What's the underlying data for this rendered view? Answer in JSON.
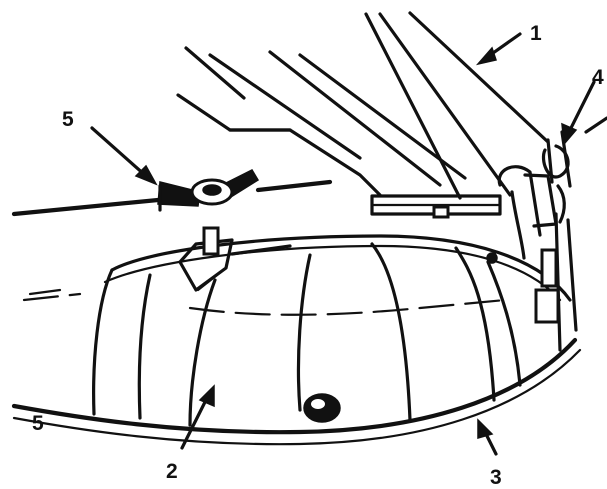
{
  "diagram": {
    "callouts": [
      {
        "id": "1",
        "label": "1"
      },
      {
        "id": "2",
        "label": "2"
      },
      {
        "id": "3",
        "label": "3"
      },
      {
        "id": "4",
        "label": "4"
      },
      {
        "id": "5a",
        "label": "5"
      },
      {
        "id": "5b",
        "label": "5"
      }
    ],
    "colors": {
      "ink": "#111111",
      "paper": "#ffffff"
    }
  }
}
